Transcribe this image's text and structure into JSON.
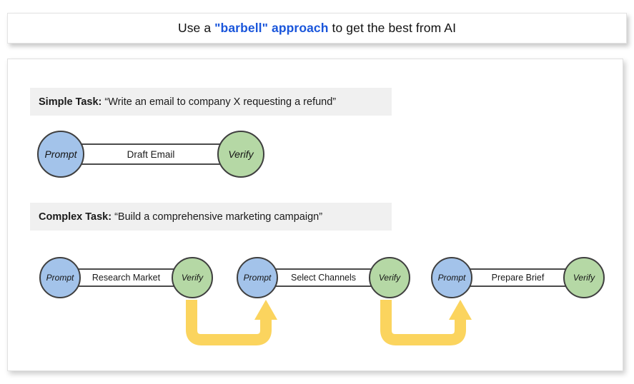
{
  "title": {
    "before": "Use a ",
    "highlight": "\"barbell\" approach",
    "after": " to get the best from AI"
  },
  "simple_task": {
    "label": "Simple Task:",
    "quote": " “Write an email to company X requesting a refund”",
    "barbells": [
      {
        "prompt": "Prompt",
        "middle": "Draft Email",
        "verify": "Verify"
      }
    ]
  },
  "complex_task": {
    "label": "Complex Task:",
    "quote": " “Build a comprehensive marketing campaign”",
    "barbells": [
      {
        "prompt": "Prompt",
        "middle": "Research Market",
        "verify": "Verify"
      },
      {
        "prompt": "Prompt",
        "middle": "Select Channels",
        "verify": "Verify"
      },
      {
        "prompt": "Prompt",
        "middle": "Prepare Brief",
        "verify": "Verify"
      }
    ],
    "loop_arrows": 2
  },
  "colors": {
    "prompt_node": "#a3c3ea",
    "verify_node": "#b5d8a5",
    "node_border": "#3f3f3f",
    "arrow": "#fbd45e",
    "band_background": "#f0f0f0",
    "title_highlight": "#1a56db",
    "card_background": "#ffffff"
  }
}
